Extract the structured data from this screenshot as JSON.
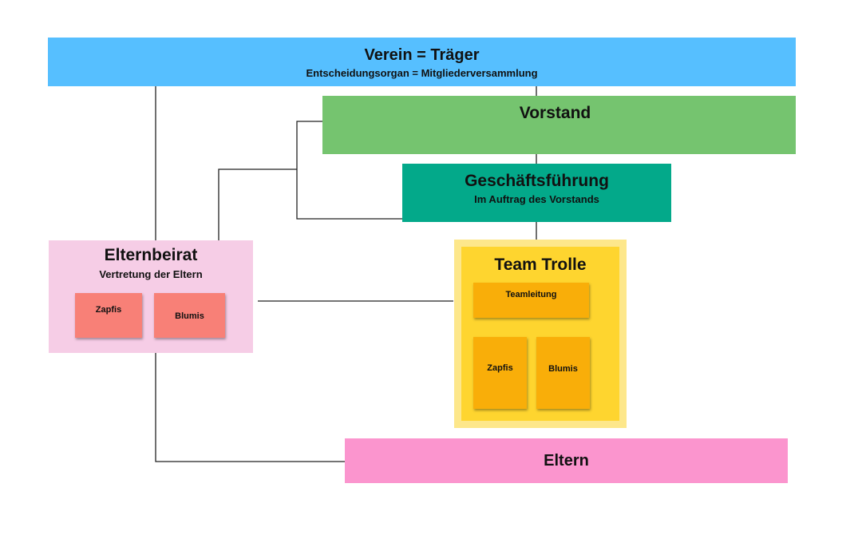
{
  "colors": {
    "verein": "#56bfff",
    "vorstand": "#75c46f",
    "geschaeftsfuehrung": "#03a98a",
    "elternbeirat": "#f6cde6",
    "elternbeirat_group": "#f88077",
    "team_outer": "#fde78b",
    "team_inner": "#fed52f",
    "team_unit": "#f9ae09",
    "eltern": "#fb95ce",
    "line": "#222222"
  },
  "verein": {
    "title": "Verein = Träger",
    "subtitle": "Entscheidungsorgan = Mitgliederversammlung"
  },
  "vorstand": {
    "title": "Vorstand"
  },
  "geschaeftsfuehrung": {
    "title": "Geschäftsführung",
    "subtitle": "Im Auftrag des Vorstands"
  },
  "elternbeirat": {
    "title": "Elternbeirat",
    "subtitle": "Vertretung der Eltern",
    "groups": [
      "Zapfis",
      "Blumis"
    ]
  },
  "team": {
    "title": "Team Trolle",
    "lead": "Teamleitung",
    "groups": [
      "Zapfis",
      "Blumis"
    ]
  },
  "eltern": {
    "title": "Eltern"
  }
}
